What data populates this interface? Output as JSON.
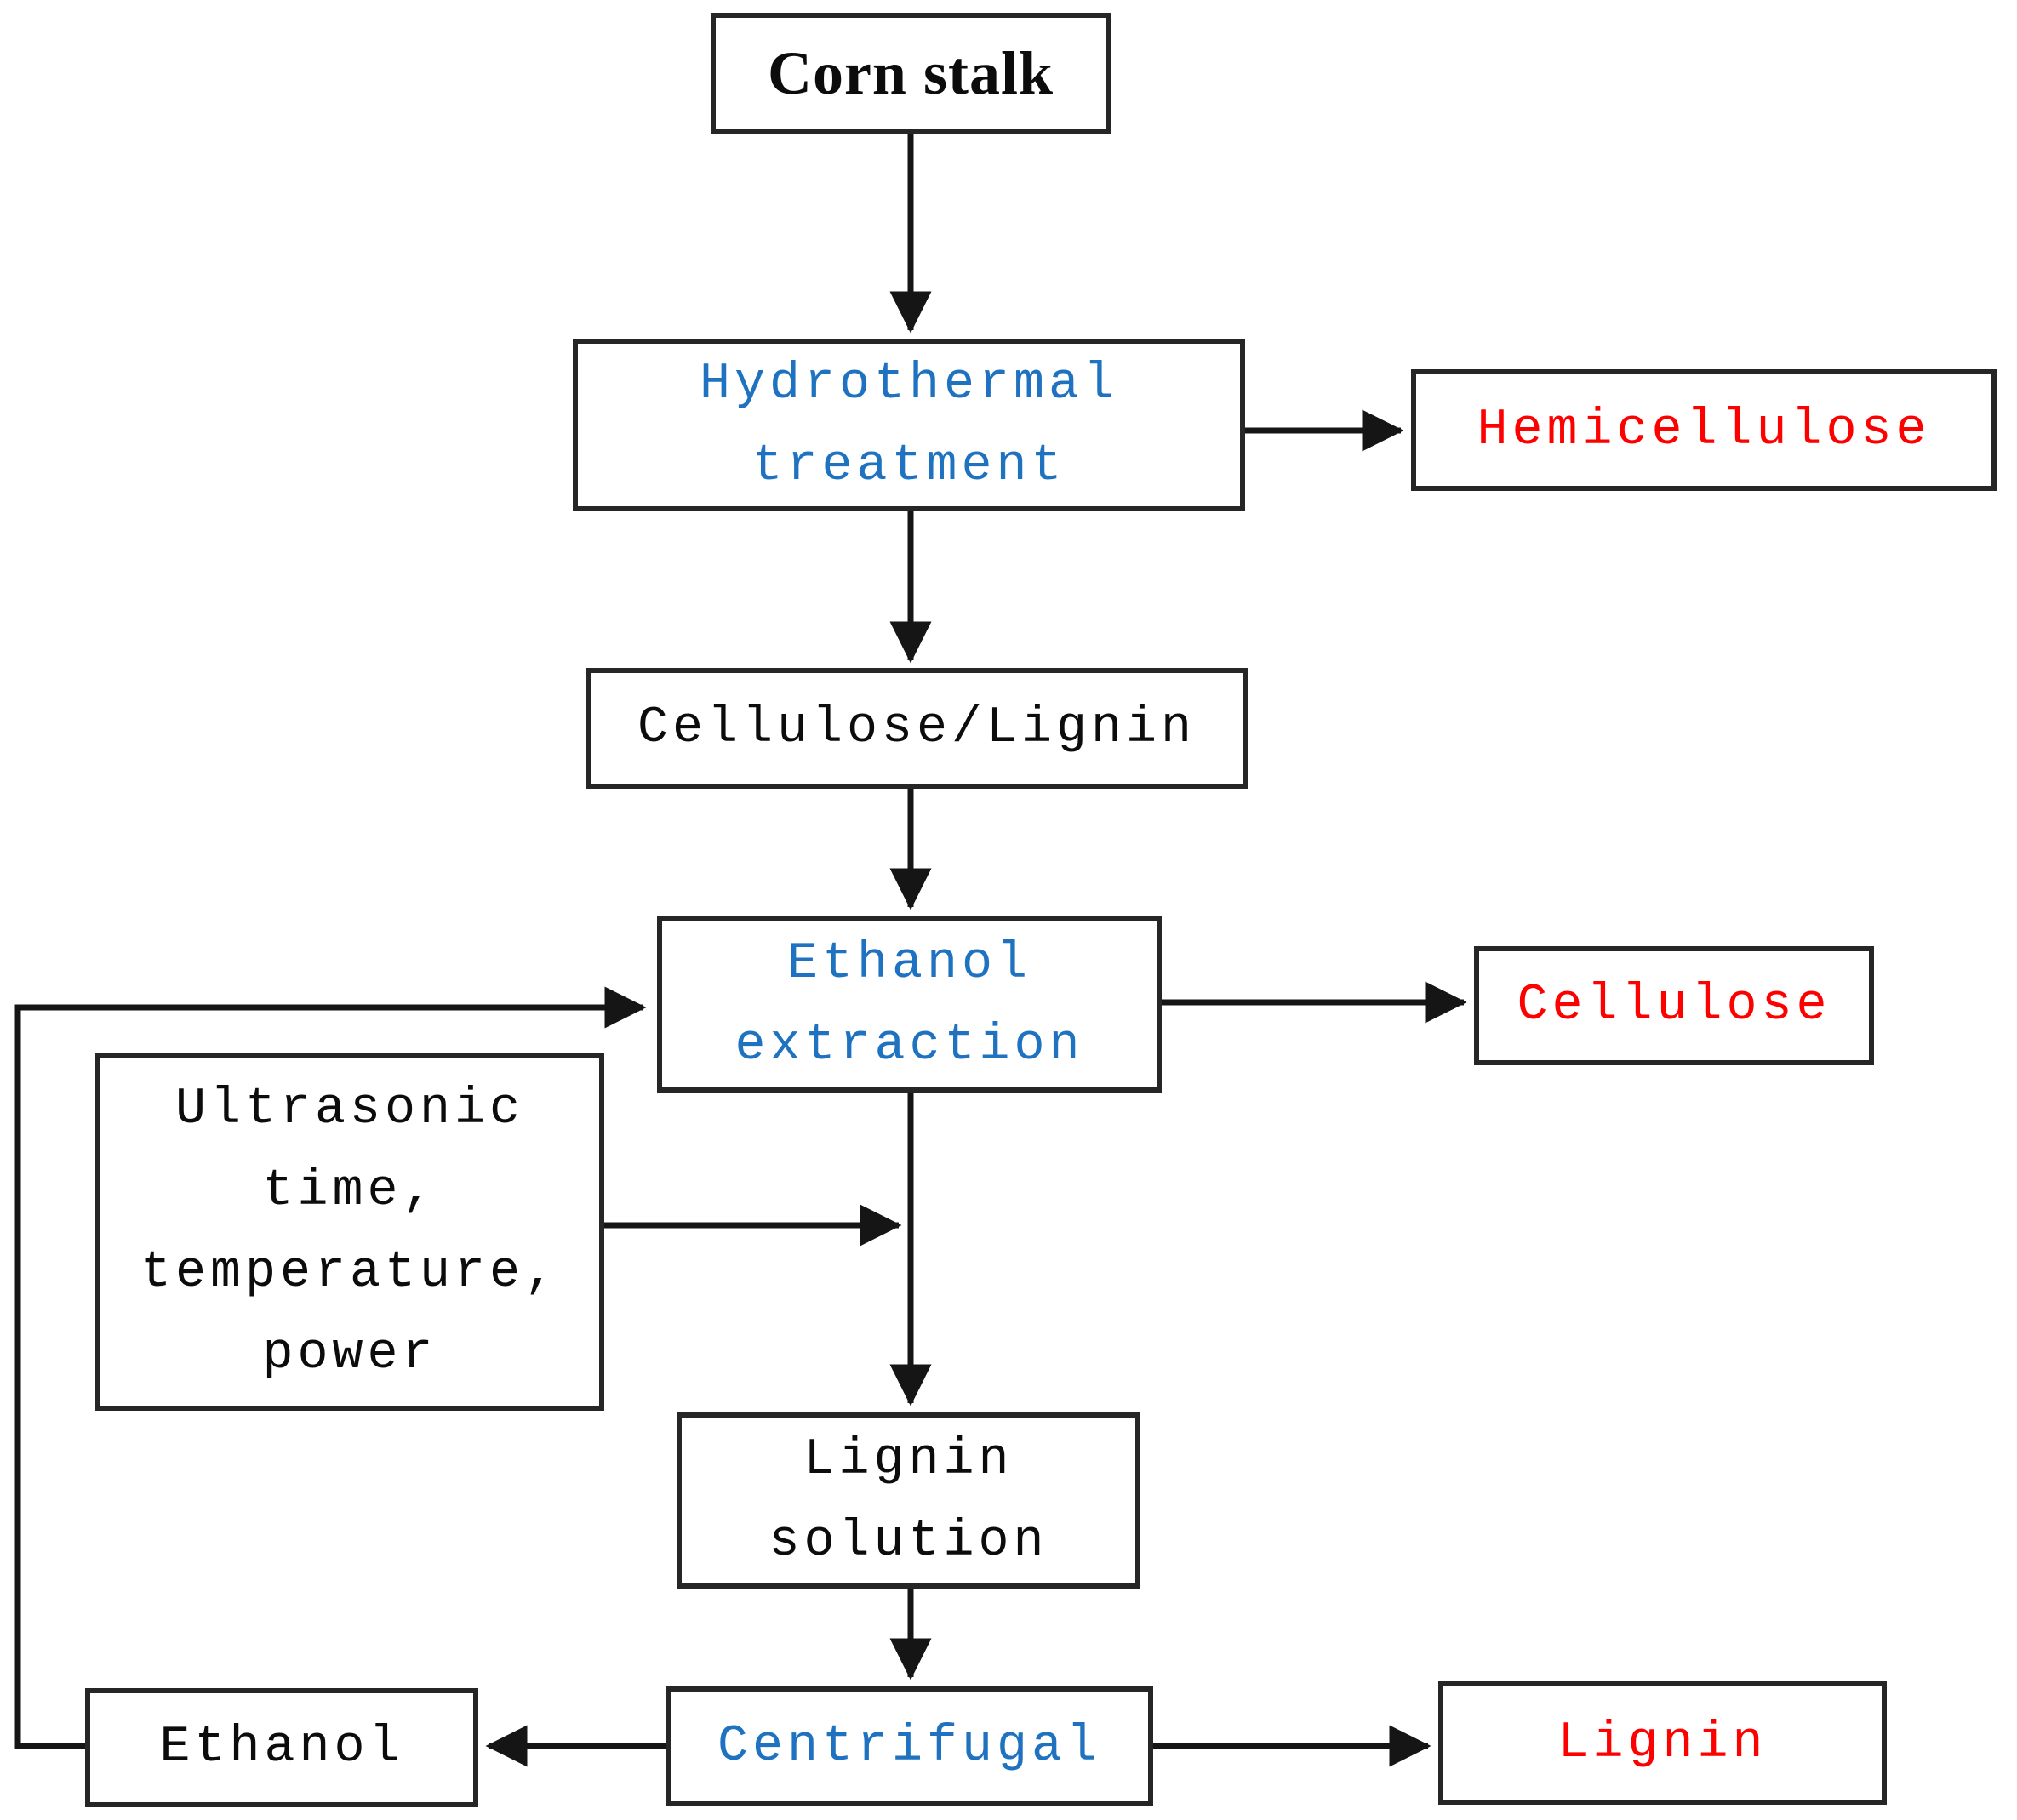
{
  "figure": {
    "type": "flowchart",
    "description": "Corn stalk fractionation process flow diagram",
    "background": "#ffffff",
    "colors": {
      "process_step_text": "#1E72C0",
      "final_product_text": "#FF0000",
      "plain_text": "#0c0c0c",
      "box_border": "#262626",
      "arrow": "#151515"
    },
    "nodes": {
      "corn_stalk": {
        "label": "Corn stalk",
        "text_color": "#0c0c0c",
        "bold": true
      },
      "hydrothermal_treatment": {
        "label": "Hydrothermal\ntreatment",
        "text_color": "#1E72C0",
        "bold": false
      },
      "hemicellulose": {
        "label": "Hemicellulose",
        "text_color": "#FF0000",
        "bold": false
      },
      "cellulose_lignin": {
        "label": "Cellulose/Lignin",
        "text_color": "#0c0c0c",
        "bold": false
      },
      "ethanol_extraction": {
        "label": "Ethanol\nextraction",
        "text_color": "#1E72C0",
        "bold": false
      },
      "cellulose": {
        "label": "Cellulose",
        "text_color": "#FF0000",
        "bold": false
      },
      "ultrasonic_parameters": {
        "label": "Ultrasonic\ntime,\ntemperature,\npower",
        "text_color": "#0c0c0c",
        "bold": false
      },
      "lignin_solution": {
        "label": "Lignin\nsolution",
        "text_color": "#0c0c0c",
        "bold": false
      },
      "ethanol": {
        "label": "Ethanol",
        "text_color": "#0c0c0c",
        "bold": false
      },
      "centrifugal": {
        "label": "Centrifugal",
        "text_color": "#1E72C0",
        "bold": false
      },
      "lignin": {
        "label": "Lignin",
        "text_color": "#FF0000",
        "bold": false
      }
    },
    "edges": [
      {
        "from": "corn_stalk",
        "to": "hydrothermal_treatment"
      },
      {
        "from": "hydrothermal_treatment",
        "to": "hemicellulose"
      },
      {
        "from": "hydrothermal_treatment",
        "to": "cellulose_lignin"
      },
      {
        "from": "cellulose_lignin",
        "to": "ethanol_extraction"
      },
      {
        "from": "ethanol_extraction",
        "to": "cellulose"
      },
      {
        "from": "ethanol_extraction",
        "to": "lignin_solution"
      },
      {
        "from": "ultrasonic_parameters",
        "to": "lignin_solution",
        "note": "arrowhead joins the ethanol_extraction to lignin_solution line"
      },
      {
        "from": "lignin_solution",
        "to": "centrifugal"
      },
      {
        "from": "centrifugal",
        "to": "ethanol"
      },
      {
        "from": "centrifugal",
        "to": "lignin"
      },
      {
        "from": "ethanol",
        "to": "ethanol_extraction",
        "note": "recycle loop along left side"
      }
    ]
  }
}
